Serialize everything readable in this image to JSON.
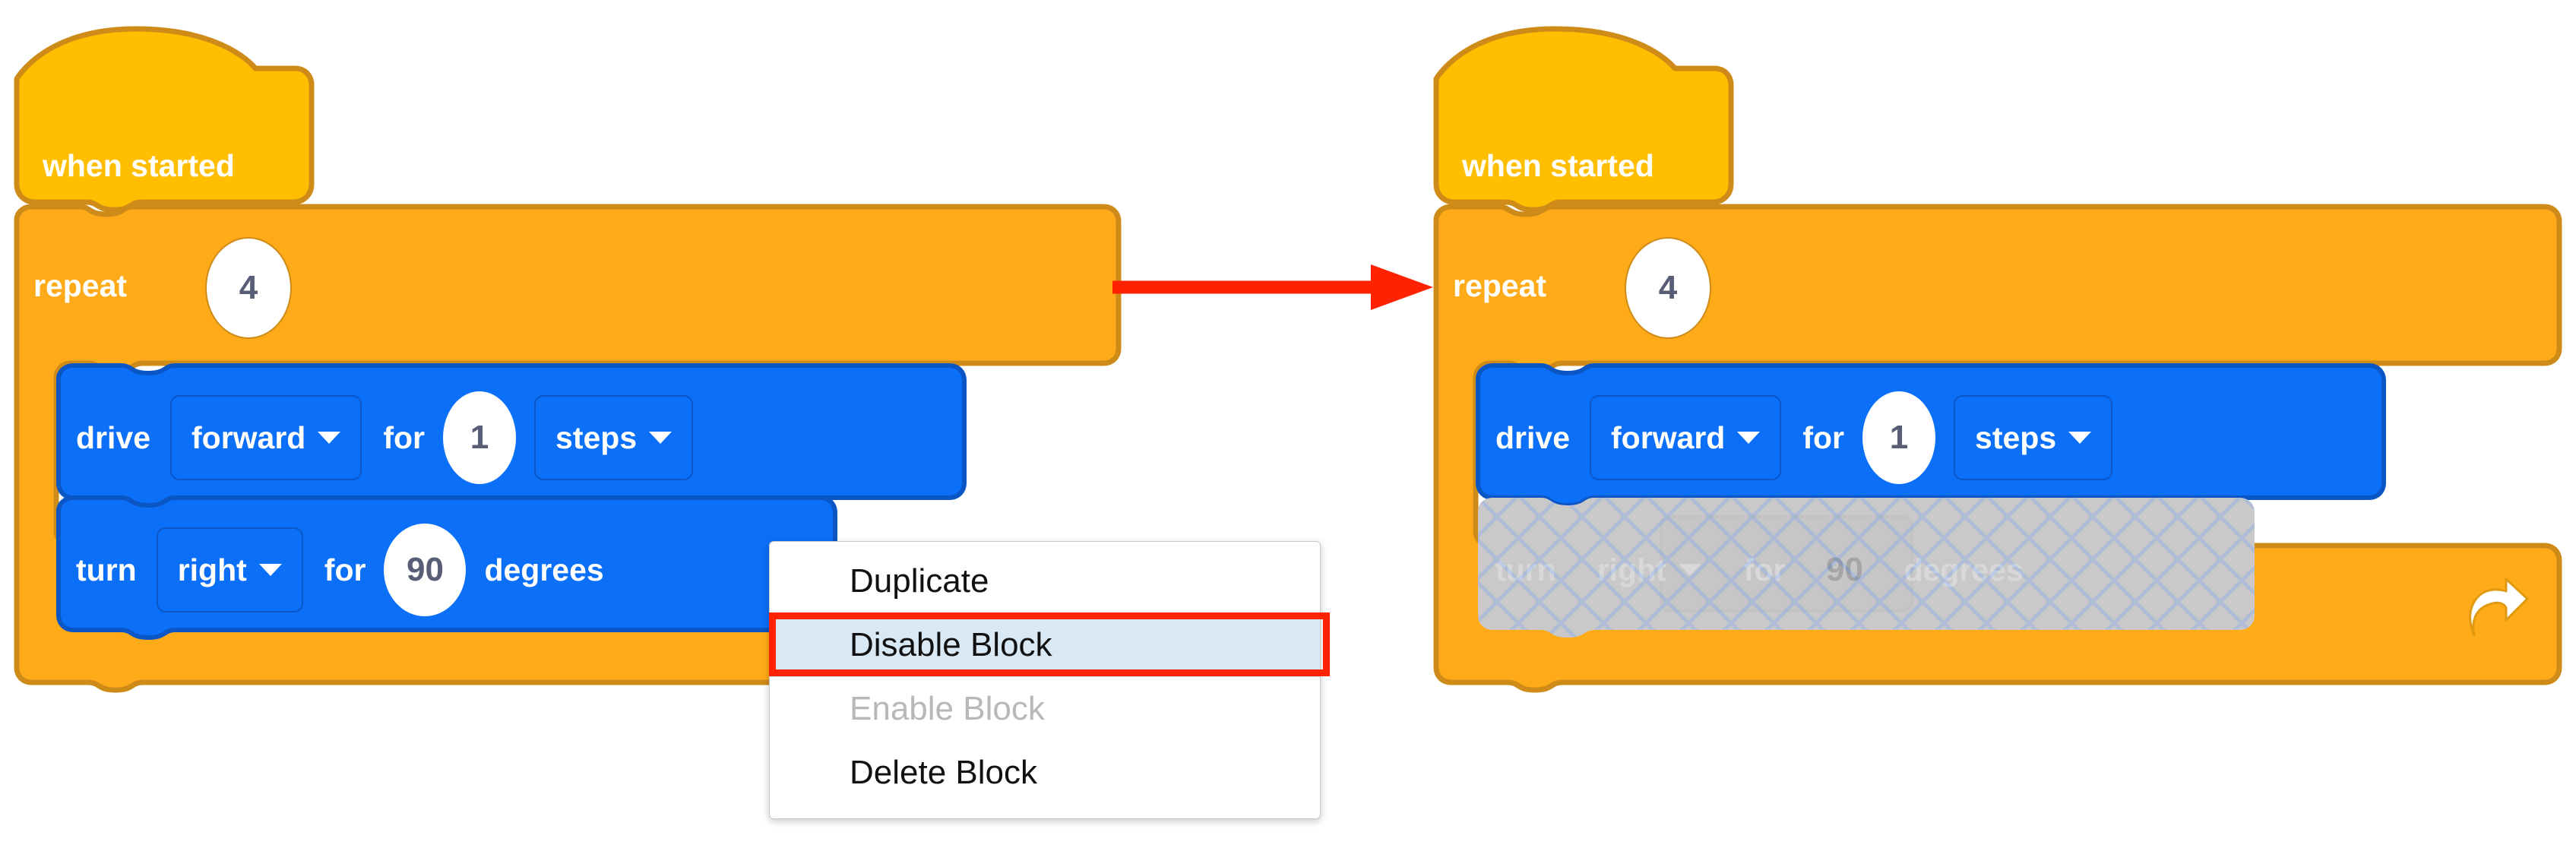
{
  "app": {
    "name": "block-coding-editor",
    "description": "VEXcode-style block programming workspace showing a before/after of disabling a block"
  },
  "colors": {
    "hat_block": "#ffbf00",
    "hat_block_border": "#cf8b17",
    "control_block": "#ffab19",
    "control_block_border": "#cf8b17",
    "motion_block": "#0b6ff8",
    "motion_block_border": "#0a56c4",
    "field_text": "#575e75",
    "block_text": "#ffffff",
    "disabled_hatch": "#c8c8c8",
    "disabled_hatch_line": "#a8b8dd",
    "annotation_arrow": "#ff2200",
    "menu_highlight_bg": "#d9e8f5",
    "menu_highlight_border": "#ff2200",
    "menu_disabled_text": "#b8b8b8",
    "canvas": "#ffffff"
  },
  "left_panel": {
    "label": "before-disable",
    "hat_block": {
      "label": "when started"
    },
    "repeat_block": {
      "label": "repeat",
      "count": "4"
    },
    "drive_block": {
      "verb": "drive",
      "direction": "forward",
      "direction_caret": "chevron-down-icon",
      "preposition": "for",
      "amount": "1",
      "unit": "steps",
      "unit_caret": "chevron-down-icon"
    },
    "turn_block": {
      "verb": "turn",
      "direction": "right",
      "direction_caret": "chevron-down-icon",
      "preposition": "for",
      "amount": "90",
      "unit": "degrees"
    }
  },
  "context_menu": {
    "items": [
      {
        "label": "Duplicate",
        "state": "normal"
      },
      {
        "label": "Disable Block",
        "state": "highlighted"
      },
      {
        "label": "Enable Block",
        "state": "disabled"
      },
      {
        "label": "Delete Block",
        "state": "normal"
      }
    ]
  },
  "annotation": {
    "arrow": "right-arrow-icon",
    "color": "#ff2200"
  },
  "right_panel": {
    "label": "after-disable",
    "hat_block": {
      "label": "when started"
    },
    "repeat_block": {
      "label": "repeat",
      "count": "4"
    },
    "drive_block": {
      "verb": "drive",
      "direction": "forward",
      "direction_caret": "chevron-down-icon",
      "preposition": "for",
      "amount": "1",
      "unit": "steps",
      "unit_caret": "chevron-down-icon"
    },
    "turn_block": {
      "verb": "turn",
      "direction": "right",
      "direction_caret": "chevron-down-icon",
      "preposition": "for",
      "amount": "90",
      "unit": "degrees",
      "state": "disabled"
    },
    "loop_footer": {
      "icon": "loop-arrow-icon"
    }
  }
}
